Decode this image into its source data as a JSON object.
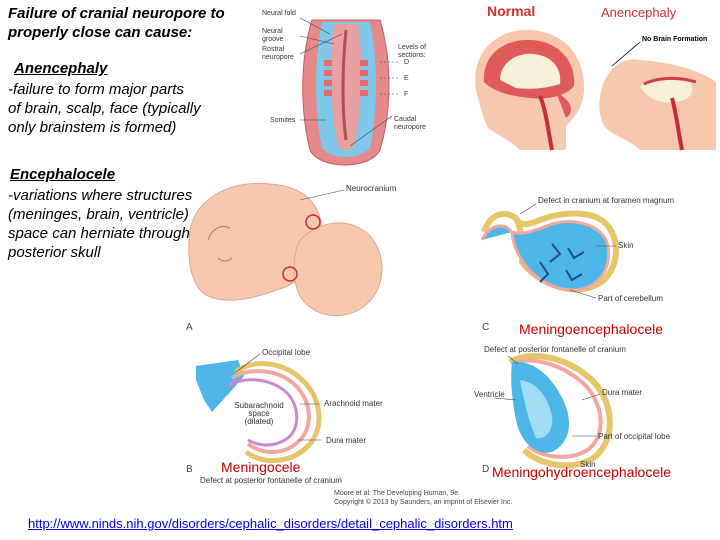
{
  "heading": "Failure of cranial neuropore to properly close can cause:",
  "anencephaly": {
    "term": "Anencephaly",
    "desc_lines": [
      " -failure to form major parts",
      "of brain, scalp, face (typically",
      "only brainstem is formed)"
    ]
  },
  "encephalocele": {
    "term": "Encephalocele",
    "desc_lines": [
      "-variations where structures",
      "(meninges, brain, ventricle)",
      "space can herniate through",
      "posterior skull"
    ]
  },
  "neural_tube": {
    "labels": {
      "neural_fold": "Neural fold",
      "neural_groove": "Neural groove",
      "rostral": "Rostral neuropore",
      "levels": "Levels of sections:",
      "d": "D",
      "e": "E",
      "f": "F",
      "somites": "Somites",
      "caudal": "Caudal neuropore"
    }
  },
  "comparison": {
    "normal": "Normal",
    "anencephaly": "Anencephaly",
    "no_brain": "No Brain Formation"
  },
  "panel_a": {
    "letter": "A",
    "neurocranium": "Neurocranium"
  },
  "panel_b": {
    "letter": "B",
    "occipital": "Occipital lobe",
    "subarachnoid_1": "Subarachnoid",
    "subarachnoid_2": "space",
    "subarachnoid_3": "(dilated)",
    "arachnoid": "Arachnoid mater",
    "dura": "Dura mater",
    "defect": "Defect at posterior fontanelle of cranium",
    "name": "Meningocele"
  },
  "panel_c": {
    "letter": "C",
    "defect": "Defect in cranium at foramen magnum",
    "skin": "Skin",
    "cerebellum": "Part of cerebellum",
    "name": "Meningoencephalocele"
  },
  "panel_d": {
    "letter": "D",
    "defect": "Defect at posterior fontanelle of cranium",
    "ventricle": "Ventricle",
    "dura": "Dura mater",
    "occipital": "Part of occipital lobe",
    "skin": "Skin",
    "name": "Meningohydroencephalocele"
  },
  "credit": {
    "line1": "Moore et al: The Developing Human, 9e.",
    "line2": "Copyright © 2013 by Saunders, an imprint of Elsevier Inc."
  },
  "url": "http://www.ninds.nih.gov/disorders/cephalic_disorders/detail_cephalic_disorders.htm"
}
